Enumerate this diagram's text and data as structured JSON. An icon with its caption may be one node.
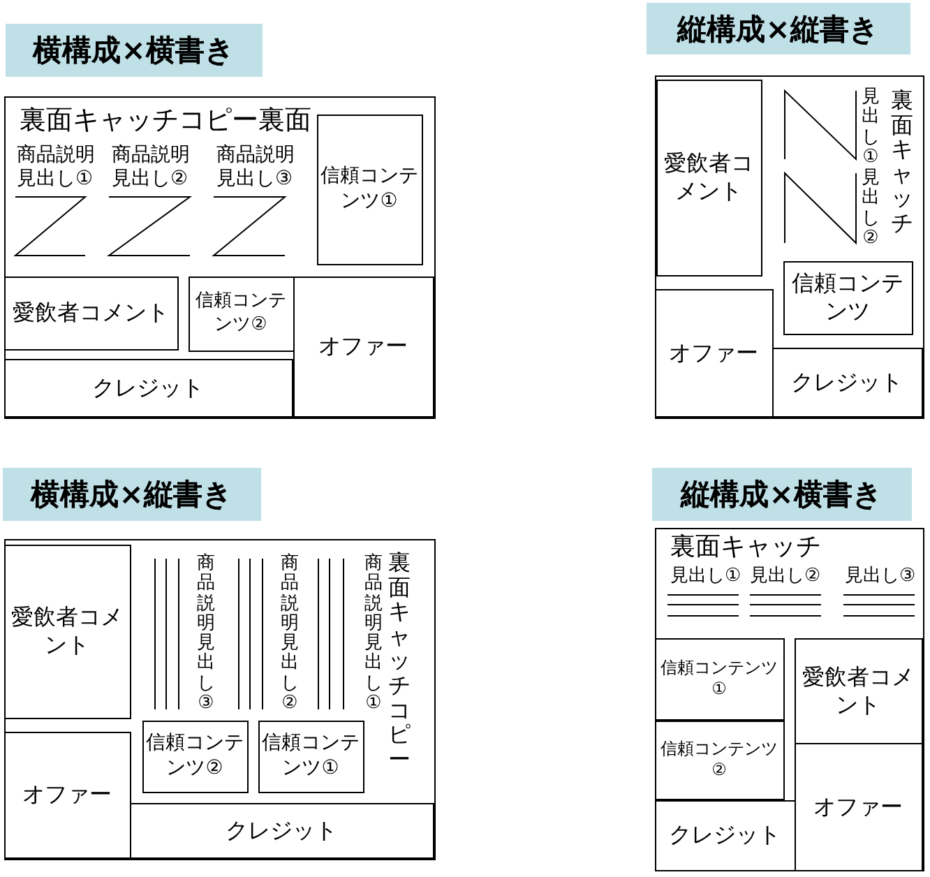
{
  "diagram": {
    "nodes": [
      {
        "text": [
          "横構成×横書き"
        ]
      },
      {
        "text": [
          "裏面キャッチコピー裏面",
          "商品説明見出し①",
          "商品説明見出し②",
          "商品説明見出し③"
        ]
      },
      {
        "text": [
          "信頼コンテンツ①"
        ],
        "in": 1
      },
      {
        "text": [
          "愛飲者コメント"
        ],
        "in": 1
      },
      {
        "text": [
          "信頼コンテンツ②"
        ],
        "in": 1
      },
      {
        "text": [
          "オファー"
        ],
        "in": 1
      },
      {
        "text": [
          "クレジット"
        ],
        "in": 1
      },
      {
        "text": [
          "縦構成×縦書き"
        ]
      },
      {
        "text": [
          "見出し①",
          "見出し②",
          "裏面キャッチ"
        ]
      },
      {
        "text": [
          "愛飲者コメント"
        ],
        "in": 8
      },
      {
        "text": [
          "信頼コンテンツ"
        ],
        "in": 8
      },
      {
        "text": [
          "オファー"
        ],
        "in": 8
      },
      {
        "text": [
          "クレジット"
        ],
        "in": 8
      },
      {
        "text": [
          "横構成×縦書き"
        ]
      },
      {
        "text": [
          "商品説明見出し③",
          "商品説明見出し②",
          "商品説明見出し①",
          "裏面キャッチコピー"
        ]
      },
      {
        "text": [
          "愛飲者コメント"
        ],
        "in": 14
      },
      {
        "text": [
          "オファー"
        ],
        "in": 14
      },
      {
        "text": [
          "信頼コンテンツ②"
        ],
        "in": 14
      },
      {
        "text": [
          "信頼コンテンツ①"
        ],
        "in": 14
      },
      {
        "text": [
          "クレジット"
        ],
        "in": 14
      },
      {
        "text": [
          "縦構成×横書き"
        ]
      },
      {
        "text": [
          "裏面キャッチ",
          "見出し①",
          "見出し②",
          "見出し③"
        ]
      },
      {
        "text": [
          "信頼コンテンツ①"
        ],
        "in": 21
      },
      {
        "text": [
          "信頼コンテンツ②"
        ],
        "in": 21
      },
      {
        "text": [
          "クレジット"
        ],
        "in": 21
      },
      {
        "text": [
          "愛飲者コメント"
        ],
        "in": 21
      },
      {
        "text": [
          "オファー"
        ],
        "in": 21
      }
    ]
  }
}
